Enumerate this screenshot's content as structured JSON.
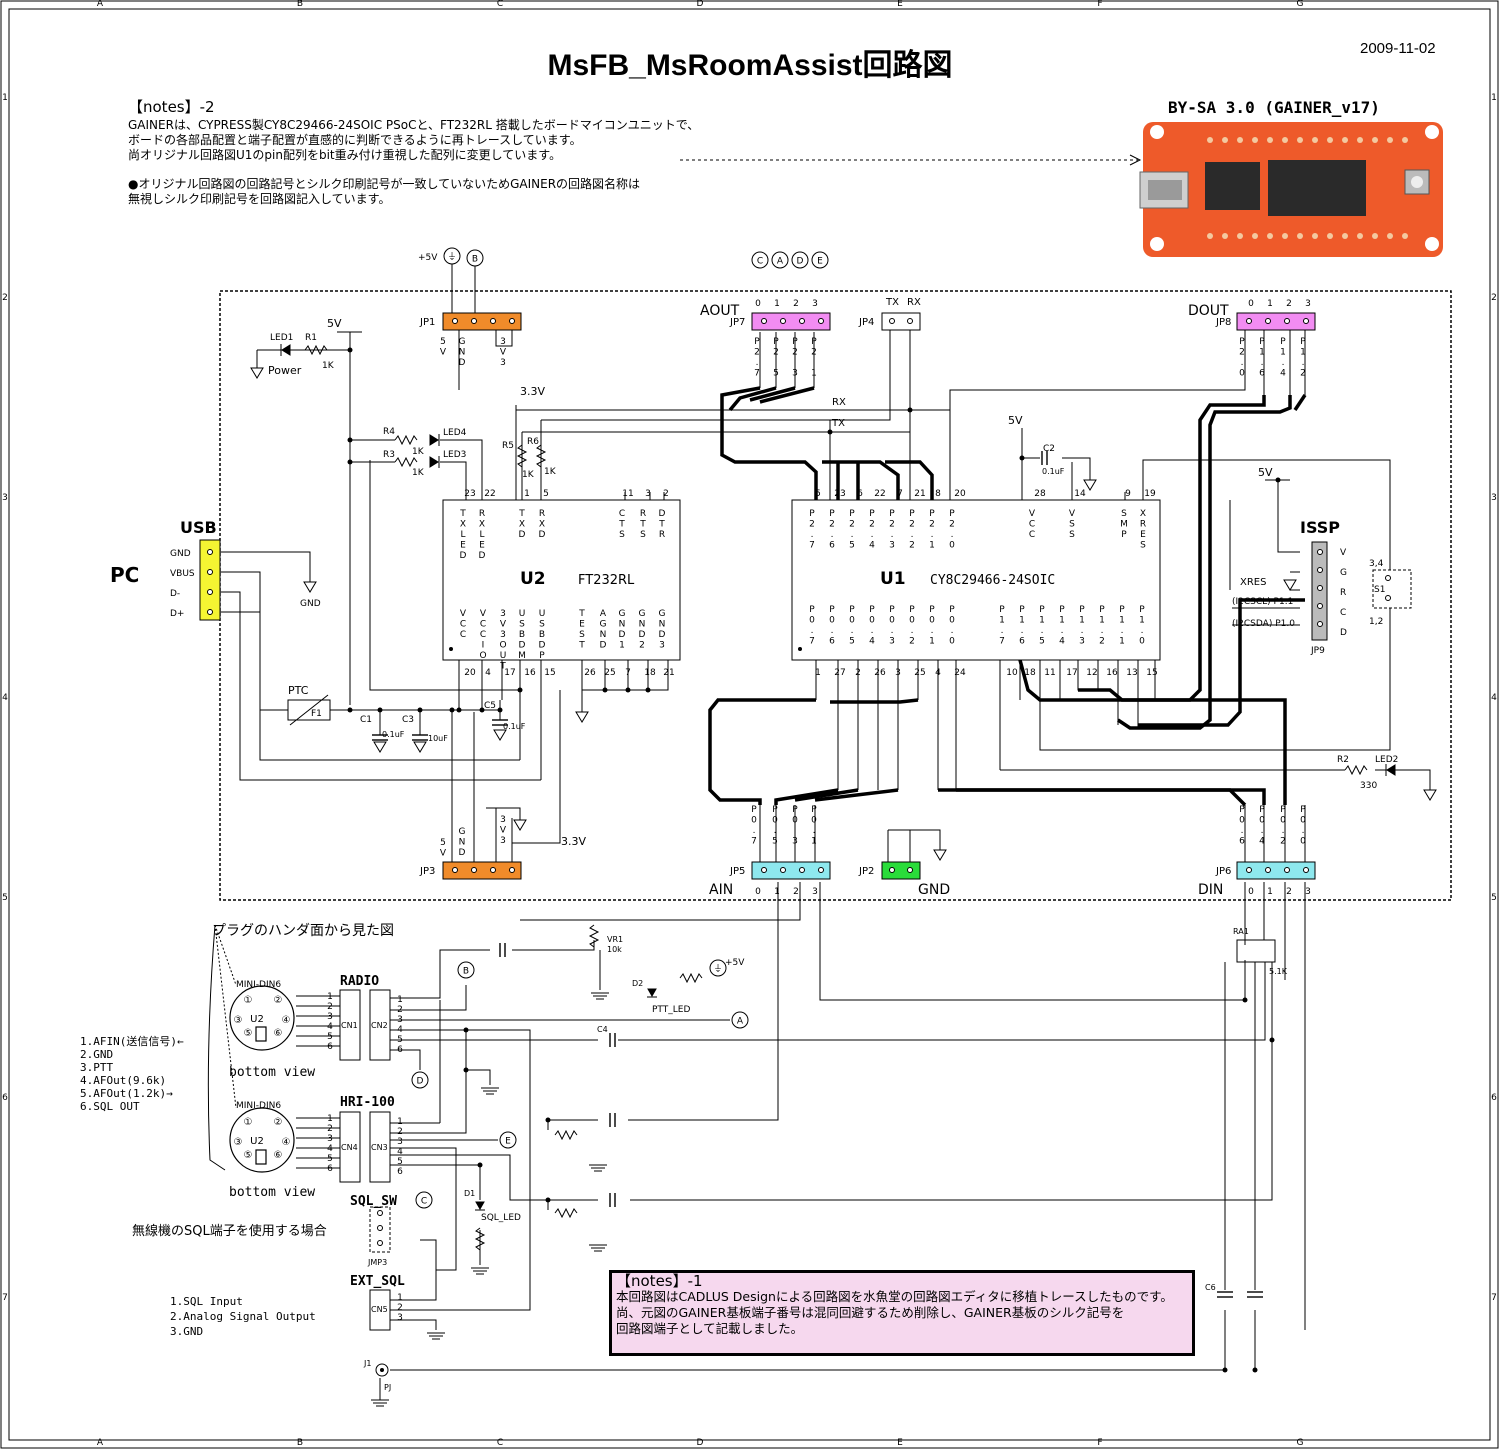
{
  "title": "MsFB_MsRoomAssist回路図",
  "date": "2009-11-02",
  "license": "BY-SA 3.0 (GAINER_v17)",
  "grid": {
    "cols": [
      "A",
      "B",
      "C",
      "D",
      "E",
      "F",
      "G"
    ],
    "rows": [
      "1",
      "2",
      "3",
      "4",
      "5",
      "6",
      "7"
    ]
  },
  "notes2": {
    "heading": "【notes】-2",
    "lines": [
      "GAINERは、CYPRESS製CY8C29466-24SOIC  PSoCと、FT232RL 搭載したボードマイコンユニットで、",
      "ボードの各部品配置と端子配置が直感的に判断できるように再トレースしています。",
      "尚オリジナル回路図U1のpin配列をbit重み付け重視した配列に変更しています。"
    ],
    "bullet_lines": [
      "●オリジナル回路図の回路記号とシルク印刷記号が一致していないためGAINERの回路図名称は",
      "無視しシルク印刷記号を回路図記入しています。"
    ]
  },
  "notes1": {
    "heading": "【notes】-1",
    "lines": [
      "本回路図はCADLUS Designによる回路図を水魚堂の回路図エディタに移植トレースしたものです。",
      "尚、元図のGAINER基板端子番号は混同回避するため削除し、GAINER基板のシルク記号を",
      "回路図端子として記載しました。"
    ]
  },
  "labels": {
    "pc": "PC",
    "usb": "USB",
    "usb_pins": [
      "GND",
      "VBUS",
      "D-",
      "D+"
    ],
    "gnd": "GND",
    "u1": "U1",
    "u1_part": "CY8C29466-24SOIC",
    "u2": "U2",
    "u2_part": "FT232RL",
    "issp": "ISSP",
    "issp_pins": [
      "V",
      "G",
      "R",
      "C",
      "D"
    ],
    "jp9": "JP9",
    "xres": "XRES",
    "i2cscl": "(I2CSCL) P1.1",
    "i2csda": "(I2CSDA) P1.0",
    "aout": "AOUT",
    "dout": "DOUT",
    "ain": "AIN",
    "din": "DIN",
    "gnd_hdr": "GND",
    "jp1": "JP1",
    "jp3": "JP3",
    "jp4": "JP4",
    "jp7": "JP7",
    "jp8": "JP8",
    "jp5": "JP5",
    "jp6": "JP6",
    "jp2": "JP2",
    "tx": "TX",
    "rx": "RX",
    "v33": "3.3V",
    "v5": "5V",
    "p5v": "+5V",
    "led1": "LED1",
    "r1": "R1",
    "power": "Power",
    "k1": "1K",
    "led4": "LED4",
    "led3": "LED3",
    "r4": "R4",
    "r3": "R3",
    "r5": "R5",
    "r6": "R6",
    "ptc": "PTC",
    "f1": "F1",
    "c1": "C1",
    "c3": "C3",
    "c5": "C5",
    "c2": "C2",
    "cap01": "0.1uF",
    "cap10": "10uF",
    "r2": "R2",
    "led2": "LED2",
    "r330": "330",
    "s1": "S1",
    "s34": "3,4",
    "s12": "1,2",
    "plug_view": "プラグのハンダ面から見た図",
    "minidin": "MINI-DIN6",
    "bottom_view": "bottom view",
    "radio": "RADIO",
    "hri": "HRI-100",
    "cn1": "CN1",
    "cn2": "CN2",
    "cn3": "CN3",
    "cn4": "CN4",
    "cn5": "CN5",
    "din_pins": [
      "1.AFIN(送信信号)←",
      "2.GND",
      "3.PTT",
      "4.AFOut(9.6k)",
      "5.AFOut(1.2k)→",
      "6.SQL OUT"
    ],
    "sql_sw": "SQL_SW",
    "jmp3": "JMP3",
    "ext_sql": "EXT_SQL",
    "sql_use": "無線機のSQL端子を使用する場合",
    "sql_pins": [
      "1.SQL Input",
      "2.Analog Signal Output",
      "3.GND"
    ],
    "vr1": "VR1",
    "k10": "10k",
    "d2": "D2",
    "ptt_led": "PTT_LED",
    "d1": "D1",
    "sql_led": "SQL_LED",
    "c4": "C4",
    "c6": "C6",
    "ra1": "RA1",
    "k51": "5.1K",
    "j1": "J1",
    "pj": "PJ",
    "uf10": "10μF"
  }
}
